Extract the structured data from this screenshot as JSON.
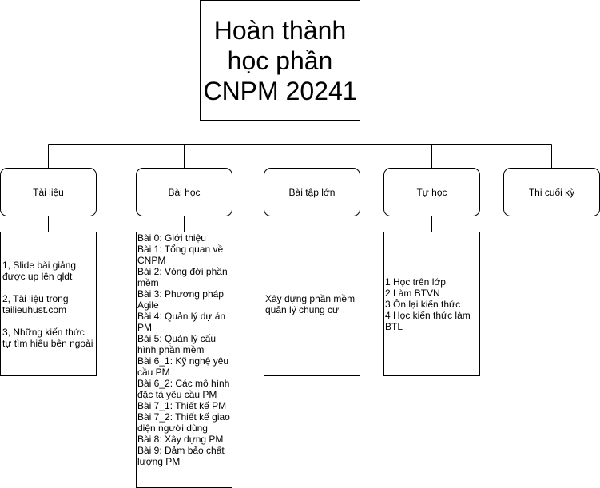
{
  "root": {
    "lines": [
      "Hoàn thành",
      "học phần",
      "CNPM 20241"
    ]
  },
  "categories": [
    {
      "label": "Tài liệu"
    },
    {
      "label": "Bài học"
    },
    {
      "label": "Bài tập lớn"
    },
    {
      "label": "Tự học"
    },
    {
      "label": "Thi cuối kỳ"
    }
  ],
  "details": {
    "tai_lieu": [
      "1, Slide bài giảng được up lên qldt",
      "2, Tài liệu trong tailieuhust.com",
      "3, Những kiến thức tự tìm hiểu bên ngoài"
    ],
    "bai_hoc": [
      "Bài 0: Giới thiệu",
      "Bài 1: Tổng quan về CNPM",
      "Bài 2: Vòng đời phần mềm",
      "Bài 3: Phương pháp Agile",
      "Bài 4: Quản lý dự án PM",
      "Bài 5: Quản lý cấu hình phần mềm",
      "Bài 6_1: Kỹ nghệ yêu cầu PM",
      "Bài 6_2: Các mô hình đặc tả yêu cầu PM",
      "Bài 7_1: Thiết kế PM",
      "Bài 7_2: Thiết kế giao diện người dùng",
      "Bài 8: Xây dựng PM",
      "Bài 9: Đảm bảo chất lượng PM"
    ],
    "bai_tap_lon": [
      "Xây dựng phần mềm quản lý chung cư"
    ],
    "tu_hoc": [
      "1 Học trên lớp",
      "2 Làm BTVN",
      "3 Ôn lại kiến thức",
      "4 Học kiến thức làm BTL"
    ]
  }
}
